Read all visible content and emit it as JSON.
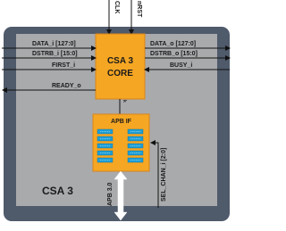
{
  "block": {
    "name": "CSA 3"
  },
  "core": {
    "line1": "CSA 3",
    "line2": "CORE"
  },
  "apb_if": {
    "label": "APB IF"
  },
  "top_signals": {
    "clk": "CLK",
    "nrst": "nRST"
  },
  "left_signals": [
    "DATA_i [127:0]",
    "DSTRB_i [15:0]",
    "FIRST_i",
    "READY_o"
  ],
  "right_signals": [
    "DATA_o [127:0]",
    "DSTRB_o [15:0]",
    "BUSY_i"
  ],
  "bottom_signals": {
    "apb": "APB 3.0",
    "sel_chan": "SEL_CHAN_i [2:0]"
  },
  "colors": {
    "outer": "#4f5a6b",
    "inner": "#a9aaac",
    "core": "#f5a623",
    "register": "#1e9fd6"
  }
}
